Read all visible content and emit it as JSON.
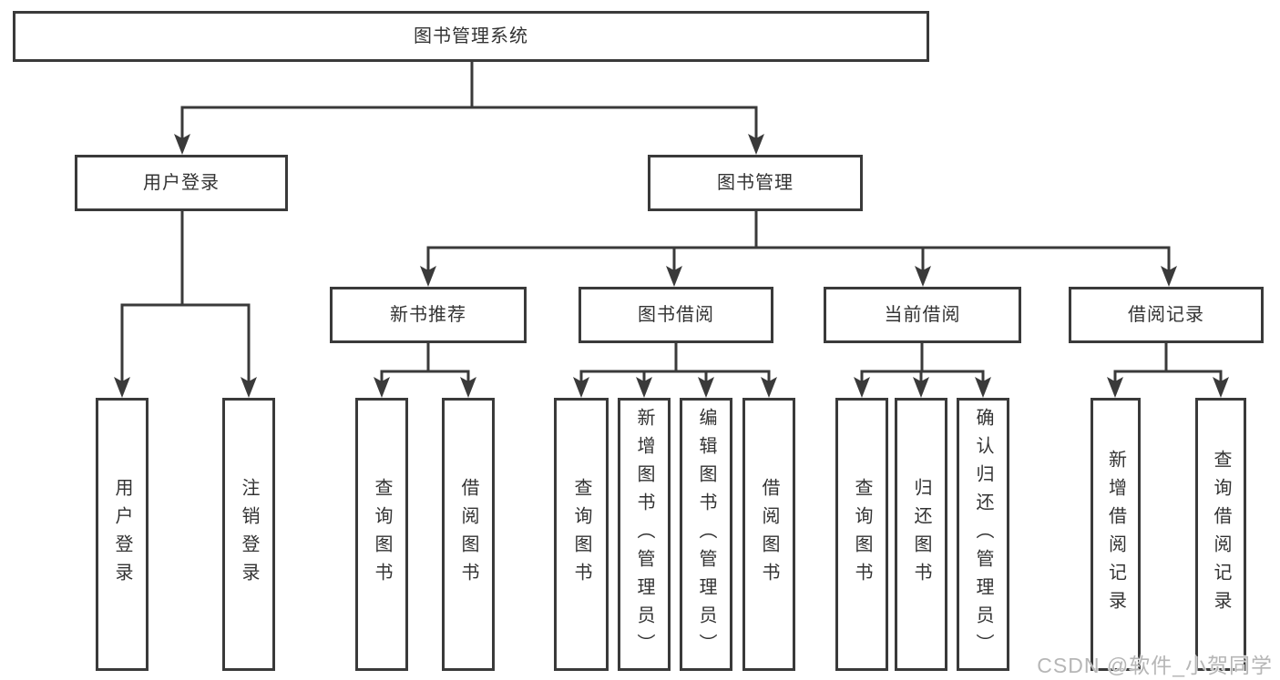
{
  "diagram": {
    "title": "图书管理系统",
    "root": {
      "label": "图书管理系统"
    },
    "level2": [
      {
        "label": "用户登录"
      },
      {
        "label": "图书管理"
      }
    ],
    "level3": [
      {
        "label": "新书推荐"
      },
      {
        "label": "图书借阅"
      },
      {
        "label": "当前借阅"
      },
      {
        "label": "借阅记录"
      }
    ],
    "leaves": [
      {
        "label": "用户登录"
      },
      {
        "label": "注销登录"
      },
      {
        "label": "查询图书"
      },
      {
        "label": "借阅图书"
      },
      {
        "label": "查询图书"
      },
      {
        "label": "新增图书（管理员）"
      },
      {
        "label": "编辑图书（管理员）"
      },
      {
        "label": "借阅图书"
      },
      {
        "label": "查询图书"
      },
      {
        "label": "归还图书"
      },
      {
        "label": "确认归还（管理员）"
      },
      {
        "label": "新增借阅记录"
      },
      {
        "label": "查询借阅记录"
      }
    ]
  },
  "watermark": {
    "text": "CSDN @软件_小贺同学"
  },
  "colors": {
    "line": "#3a3a3a",
    "border": "#3a3a3a",
    "text": "#333333",
    "watermark": "#b6b6b6",
    "background": "#ffffff"
  }
}
